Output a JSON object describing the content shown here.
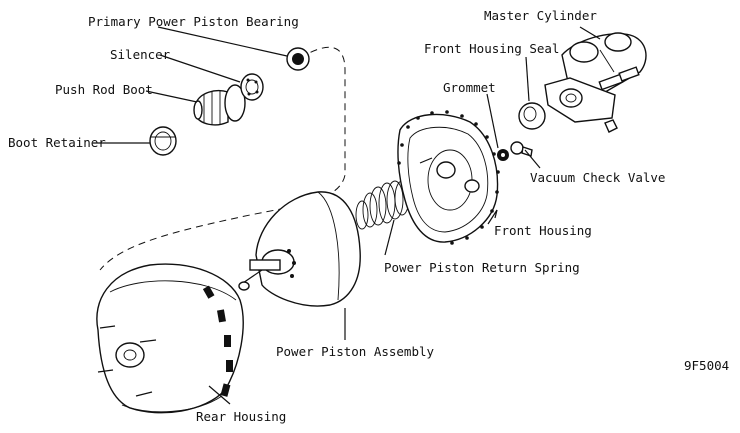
{
  "labels": {
    "primary_power_piston_bearing": "Primary Power Piston Bearing",
    "silencer": "Silencer",
    "push_rod_boot": "Push Rod Boot",
    "boot_retainer": "Boot Retainer",
    "master_cylinder": "Master Cylinder",
    "front_housing_seal": "Front Housing Seal",
    "grommet": "Grommet",
    "vacuum_check_valve": "Vacuum Check Valve",
    "front_housing": "Front Housing",
    "power_piston_return_spring": "Power Piston Return Spring",
    "power_piston_assembly": "Power Piston Assembly",
    "rear_housing": "Rear Housing"
  },
  "figure_code": "9F5004"
}
